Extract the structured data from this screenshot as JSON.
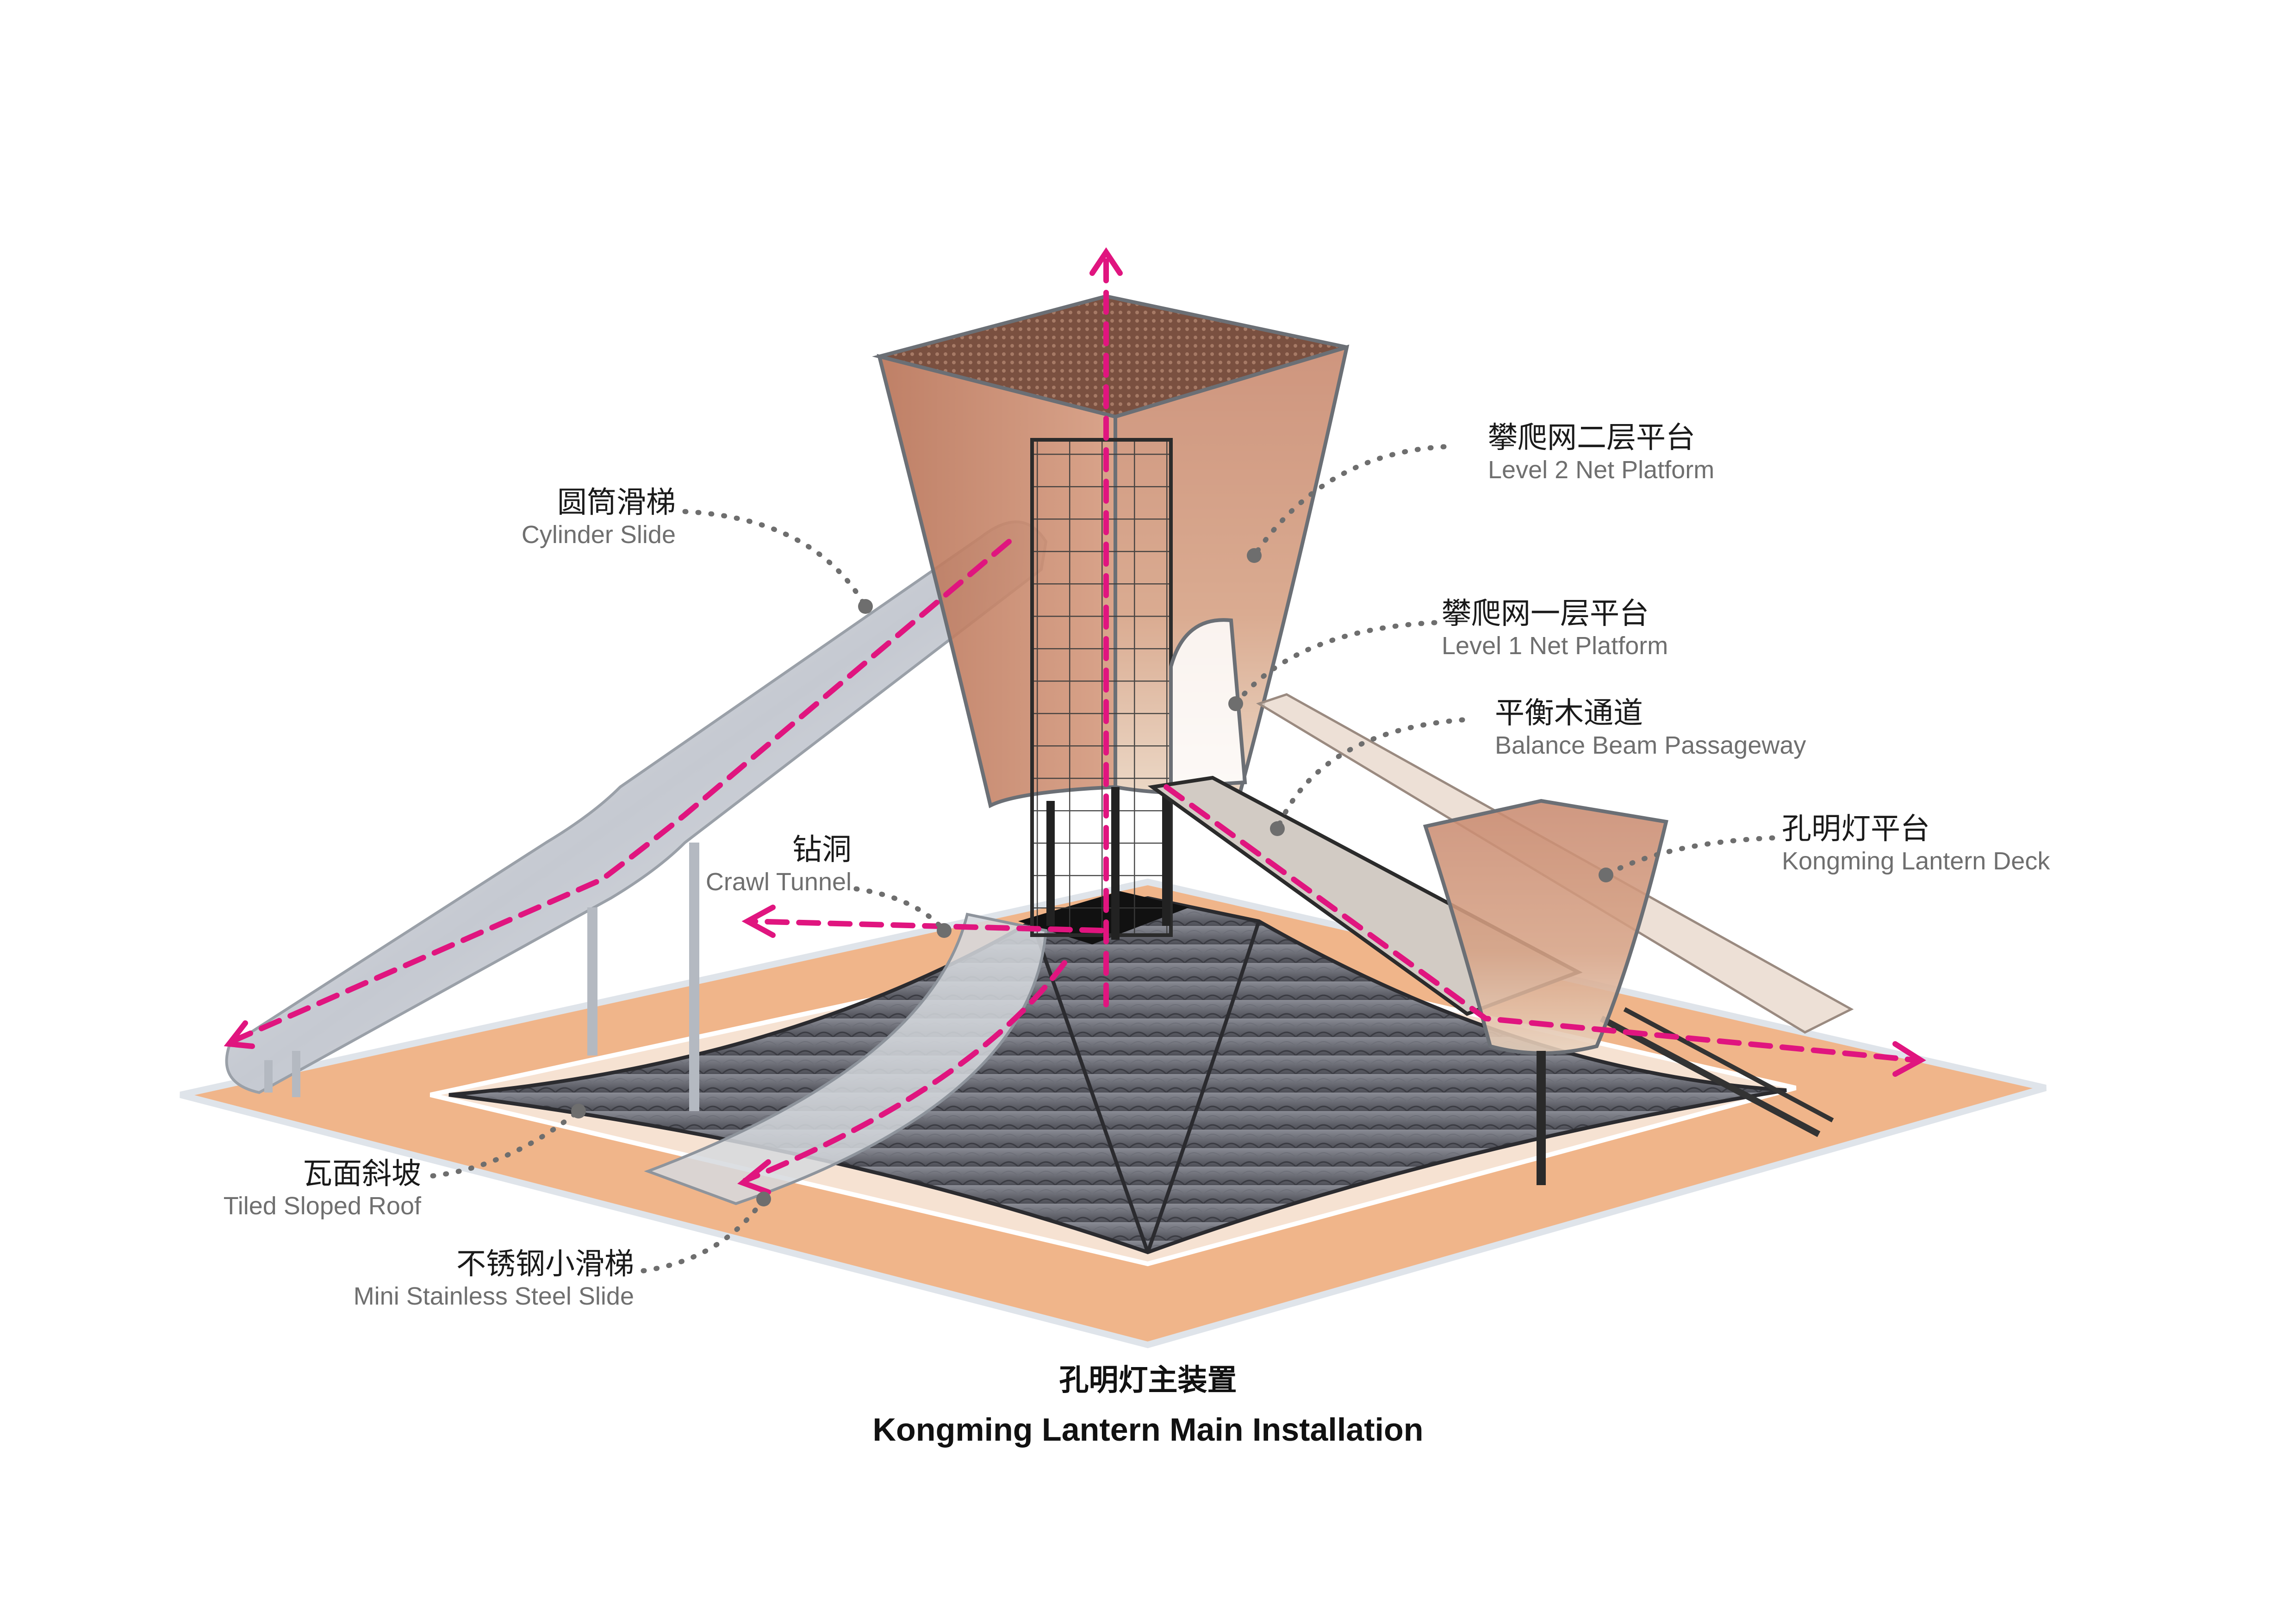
{
  "labels": {
    "cylinder_slide": {
      "zh": "圆筒滑梯",
      "en": "Cylinder Slide"
    },
    "level2_net": {
      "zh": "攀爬网二层平台",
      "en": "Level 2 Net Platform"
    },
    "level1_net": {
      "zh": "攀爬网一层平台",
      "en": "Level 1 Net Platform"
    },
    "balance_beam": {
      "zh": "平衡木通道",
      "en": "Balance Beam Passageway"
    },
    "crawl_tunnel": {
      "zh": "钻洞",
      "en": "Crawl Tunnel"
    },
    "lantern_deck": {
      "zh": "孔明灯平台",
      "en": "Kongming Lantern Deck"
    },
    "tiled_roof": {
      "zh": "瓦面斜坡",
      "en": "Tiled Sloped Roof"
    },
    "mini_slide": {
      "zh": "不锈钢小滑梯",
      "en": "Mini Stainless Steel Slide"
    }
  },
  "caption": {
    "zh": "孔明灯主装置",
    "en": "Kongming Lantern Main Installation"
  },
  "colors": {
    "accent": "#e0157f",
    "leader": "#6e6e6e",
    "base": "#f0b58a",
    "base_edge": "#cf7f4d",
    "lantern": "#c9866b",
    "roof": "#56565e",
    "steel": "#c8ccd3"
  }
}
